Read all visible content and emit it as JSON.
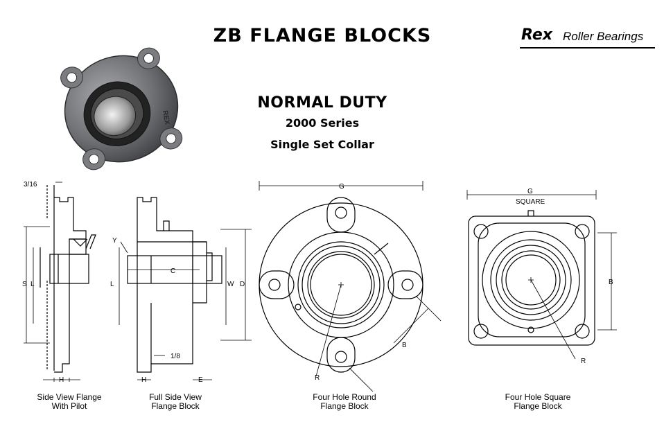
{
  "title": "ZB FLANGE BLOCKS",
  "brand": {
    "name": "Rex",
    "suffix": "Roller Bearings"
  },
  "heading": {
    "duty": "NORMAL DUTY",
    "series": "2000 Series",
    "collar": "Single Set Collar"
  },
  "photo_label": "REX",
  "dims": {
    "d316": "3/16",
    "S": "S",
    "L": "L",
    "H": "H",
    "Y": "Y",
    "C": "C",
    "W": "W",
    "D": "D",
    "E": "E",
    "d18": "1/8",
    "G": "G",
    "B": "B",
    "R": "R",
    "square": "SQUARE"
  },
  "captions": {
    "side_pilot": [
      "Side View Flange",
      "With Pilot"
    ],
    "full_side": [
      "Full Side View",
      "Flange Block"
    ],
    "round": [
      "Four Hole Round",
      "Flange Block"
    ],
    "square": [
      "Four Hole Square",
      "Flange Block"
    ]
  }
}
